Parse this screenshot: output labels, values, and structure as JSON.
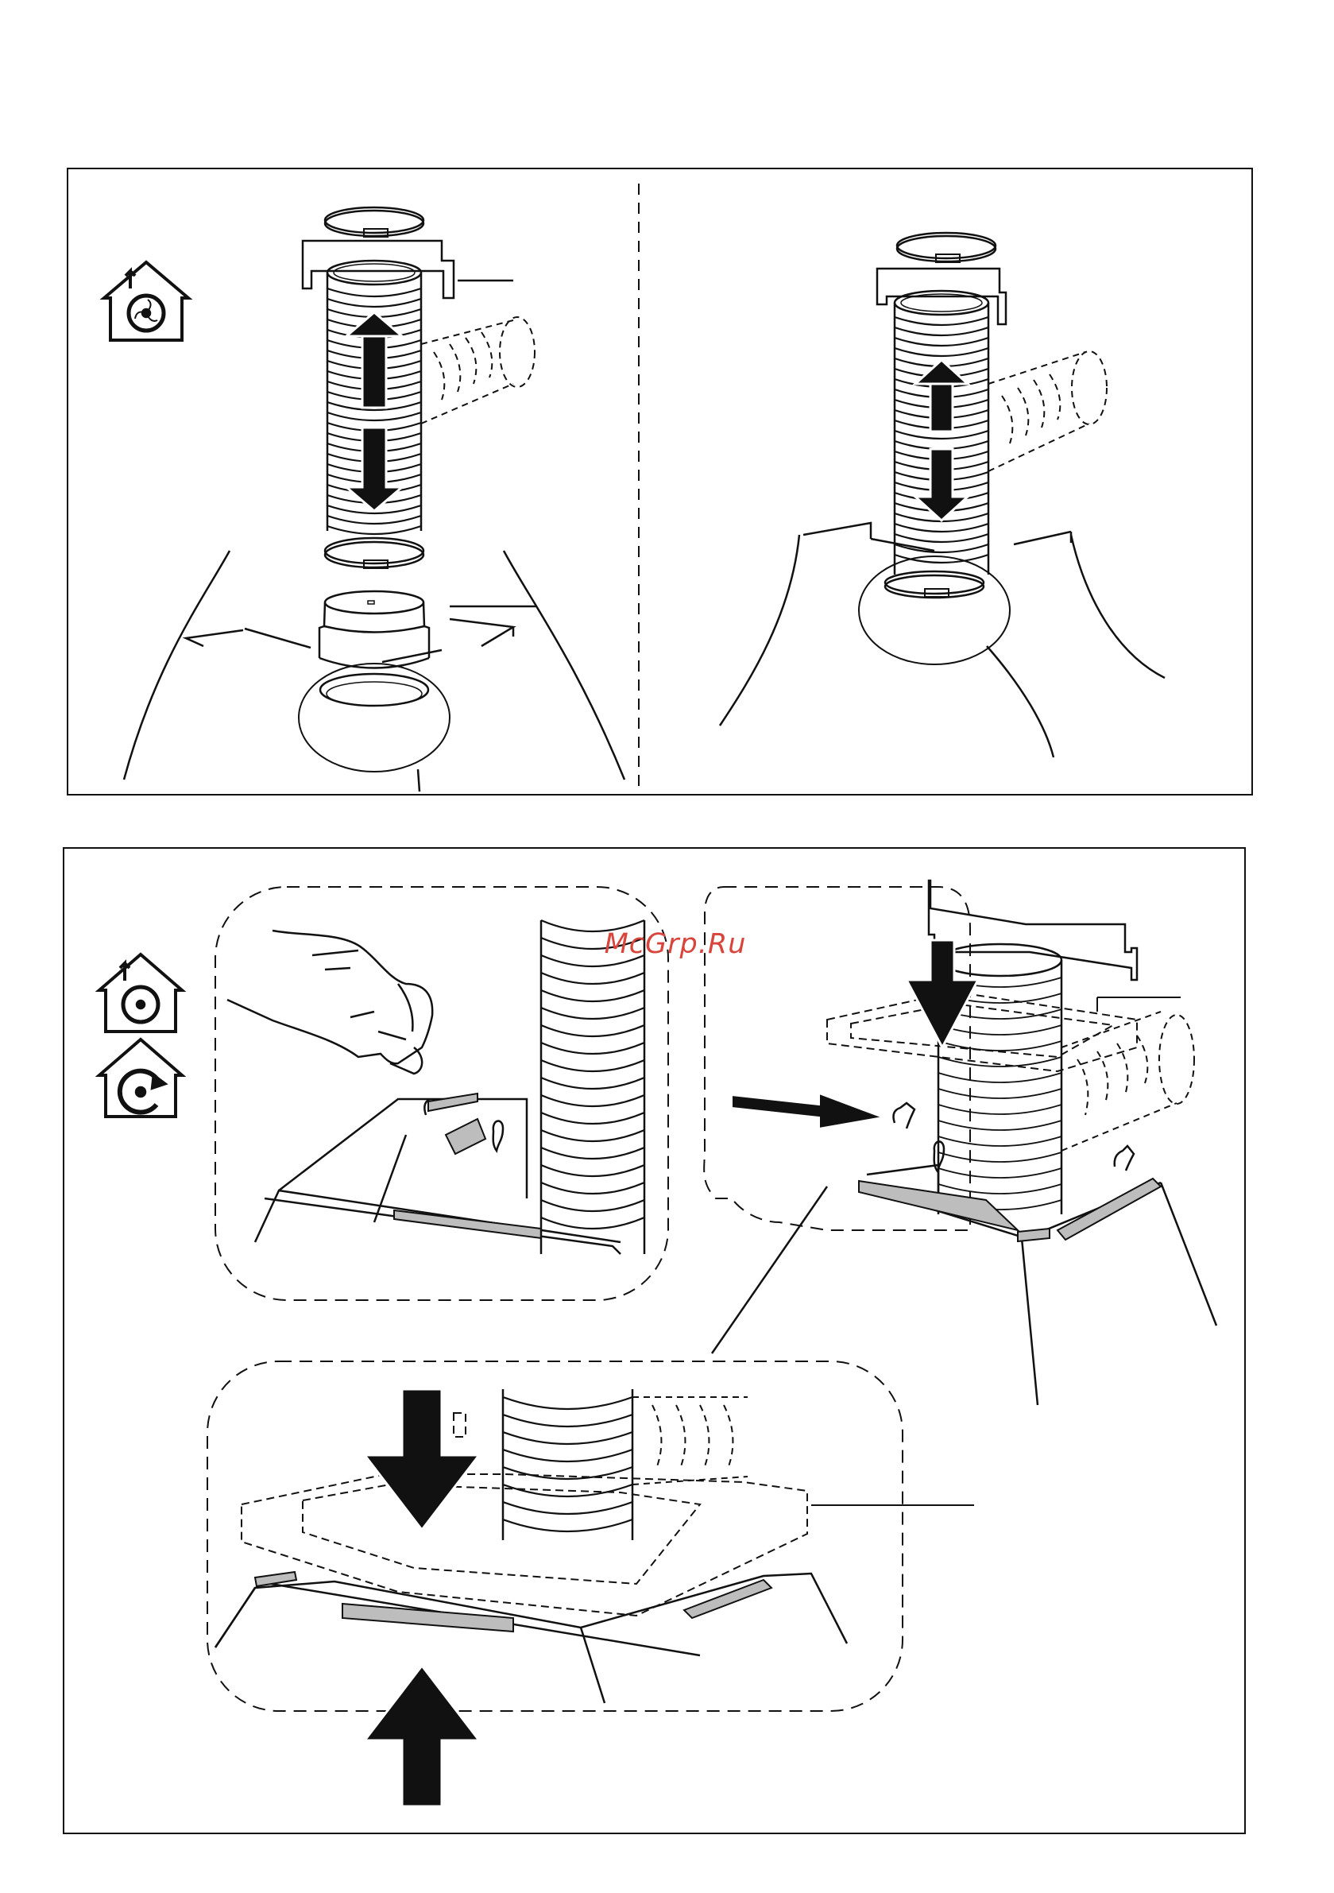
{
  "document": {
    "type": "installation-manual-illustration-page",
    "panels": [
      {
        "id": "duct-connection-steps",
        "steps": 2,
        "icons": [
          "ducted-extraction-icon"
        ]
      },
      {
        "id": "filter-frame-steps",
        "steps": 3,
        "icons": [
          "ducted-extraction-icon",
          "recirculation-icon"
        ]
      }
    ]
  },
  "watermark": {
    "text": "McGrp.Ru",
    "color": "#d8453c"
  },
  "colors": {
    "line": "#111111",
    "tape": "#bdbdbd",
    "hatch": "#444444"
  }
}
